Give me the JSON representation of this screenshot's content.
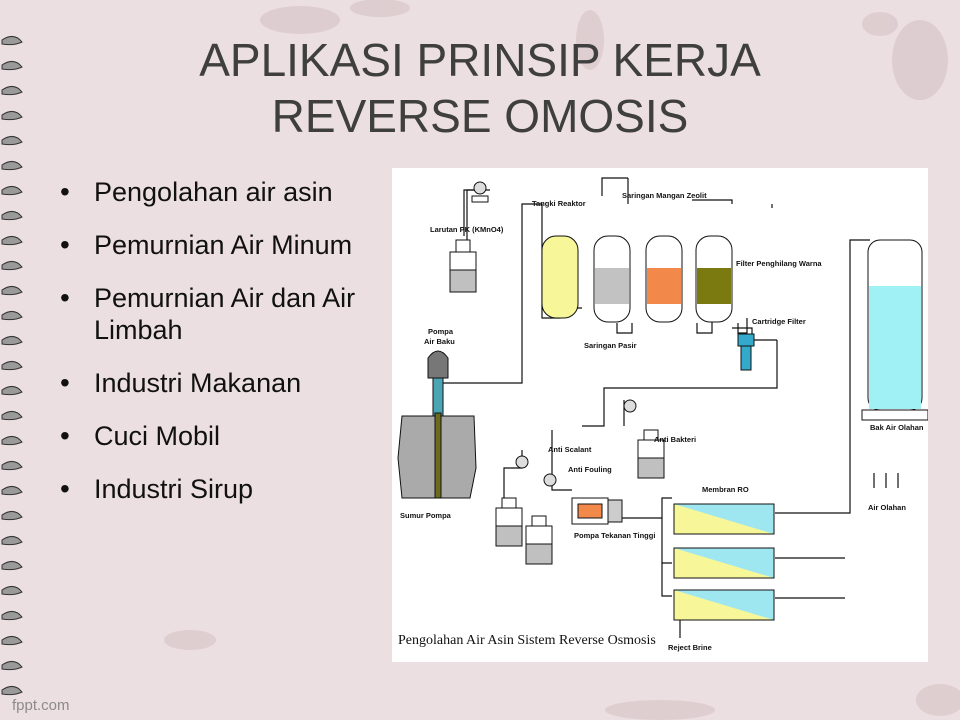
{
  "slide": {
    "title_line1": "APLIKASI PRINSIP KERJA",
    "title_line2": "REVERSE OMOSIS",
    "bullets": [
      "Pengolahan air asin",
      "Pemurnian Air Minum",
      "Pemurnian Air dan Air Limbah",
      "Industri Makanan",
      "Cuci Mobil",
      "Industri Sirup"
    ],
    "watermark": "fppt.com"
  },
  "diagram": {
    "caption": "Pengolahan Air Asin Sistem Reverse Osmosis",
    "labels": {
      "larutan_pk": "Larutan PK (KMnO4)",
      "tangki_reaktor": "Tangki Reaktor",
      "saringan_mangan": "Saringan Mangan Zeolit",
      "filter_warna": "Filter Penghilang Warna",
      "cartridge_filter": "Cartridge Filter",
      "pompa_air_baku_1": "Pompa",
      "pompa_air_baku_2": "Air Baku",
      "saringan_pasir": "Saringan Pasir",
      "anti_scalant": "Anti Scalant",
      "anti_bakteri": "Anti Bakteri",
      "anti_fouling": "Anti Fouling",
      "membran_ro": "Membran RO",
      "sumur_pompa": "Sumur Pompa",
      "pompa_tekanan": "Pompa Tekanan Tinggi",
      "bak_air_olahan": "Bak Air Olahan",
      "air_olahan": "Air Olahan",
      "reject_brine": "Reject Brine"
    },
    "colors": {
      "reactor": "#f7f79a",
      "sand": "#c2c2c2",
      "manganese": "#f2884a",
      "color_filter": "#7a7a10",
      "water": "#9ff1f5",
      "cartridge": "#33aacc",
      "membrane": "#f7f79a",
      "membrane_water": "#9ee7f0",
      "pipe": "#111111"
    }
  }
}
